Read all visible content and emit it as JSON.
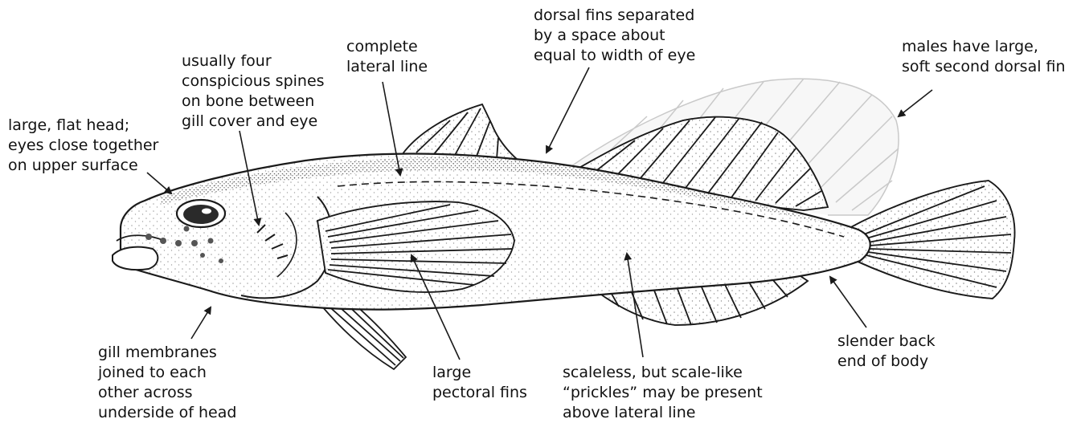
{
  "colors": {
    "ink": "#1a1a1a",
    "ghost_fin": "#c9c9c9",
    "background": "#ffffff"
  },
  "labels": {
    "head": [
      "large, flat head;",
      "eyes close together",
      "on upper surface"
    ],
    "spines": [
      "usually four",
      "conspicious spines",
      "on bone between",
      "gill cover and eye"
    ],
    "lateral_line": [
      "complete",
      "lateral line"
    ],
    "dorsal_fins": [
      "dorsal fins separated",
      "by a space about",
      "equal to width of eye"
    ],
    "males": [
      "males have large,",
      "soft second dorsal fin"
    ],
    "gill_membranes": [
      "gill membranes",
      "joined to each",
      "other across",
      "underside of head"
    ],
    "pectoral": [
      "large",
      "pectoral fins"
    ],
    "scaleless": [
      "scaleless, but scale-like",
      "“prickles” may be present",
      "above lateral line"
    ],
    "slender": [
      "slender back",
      "end of body"
    ]
  }
}
